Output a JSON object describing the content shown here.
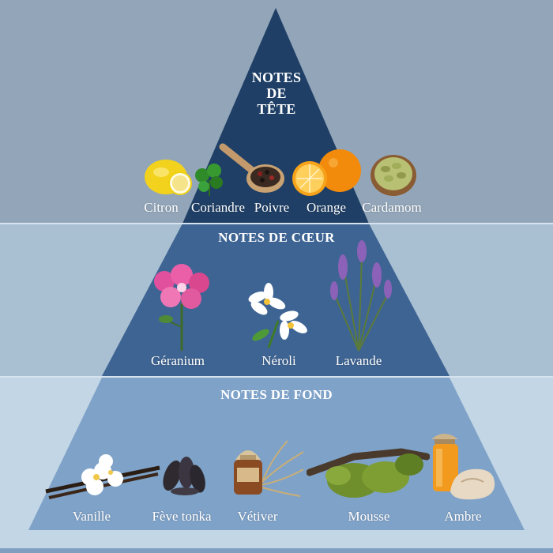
{
  "sections": {
    "top": {
      "title_line1": "NOTES",
      "title_line2": "DE",
      "title_line3": "TÊTE",
      "items": [
        "Citron",
        "Coriandre",
        "Poivre",
        "Orange",
        "Cardamom"
      ]
    },
    "middle": {
      "title": "NOTES DE CŒUR",
      "items": [
        "Géranium",
        "Néroli",
        "Lavande"
      ]
    },
    "bottom": {
      "title": "NOTES DE FOND",
      "items": [
        "Vanille",
        "Fève tonka",
        "Vétiver",
        "Mousse",
        "Ambre"
      ]
    }
  },
  "colors": {
    "top_tier": "#1f3f66",
    "middle_tier": "#3e6493",
    "bottom_tier": "#7fa2c8",
    "band_top": "#93a6b9",
    "band_middle": "#a9bfd2",
    "band_bottom": "#c3d6e6"
  }
}
